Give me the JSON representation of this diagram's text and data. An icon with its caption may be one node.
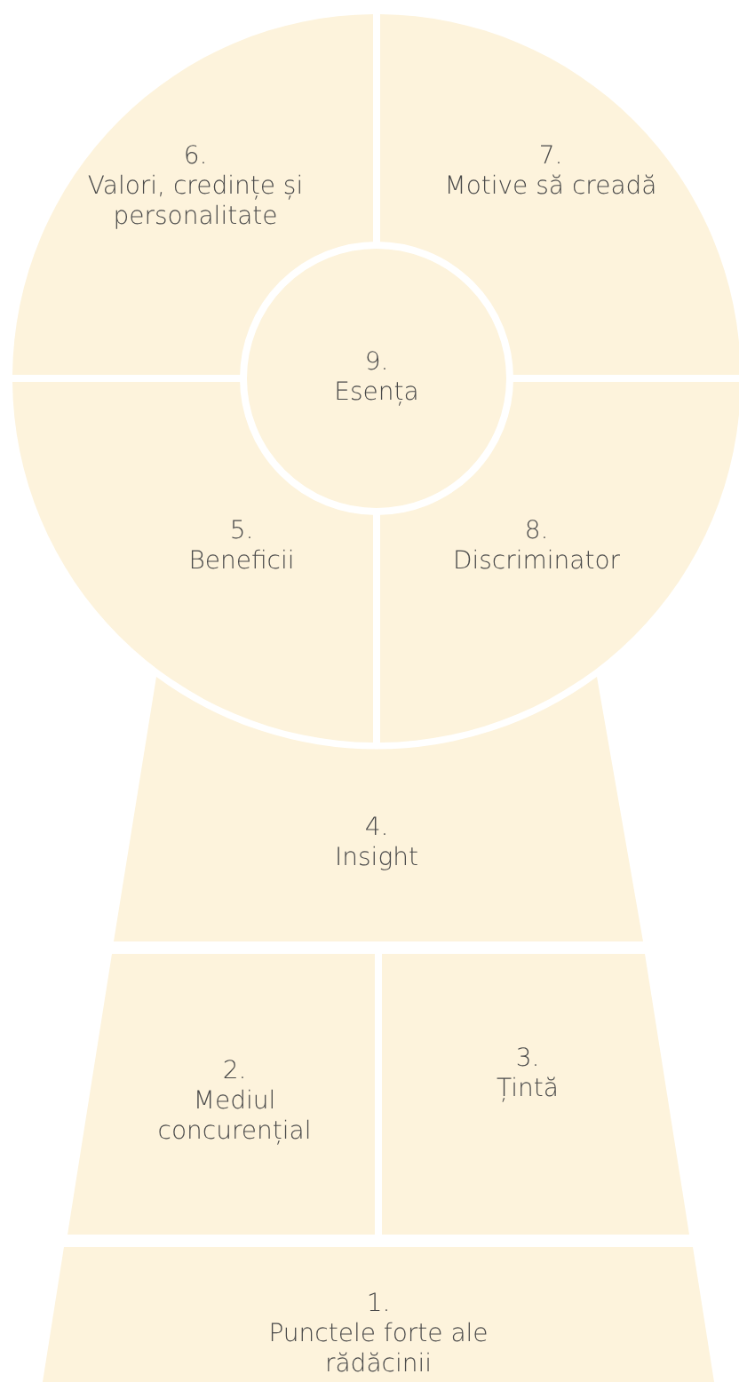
{
  "diagram": {
    "nodes": [
      {
        "text": [
          "6.",
          "Valori, credințe și personalitate"
        ]
      },
      {
        "text": [
          "7.",
          "Motive să creadă"
        ]
      },
      {
        "text": [
          "9.",
          "Esența"
        ]
      },
      {
        "text": [
          "5.",
          "Beneficii"
        ]
      },
      {
        "text": [
          "8.",
          "Discriminator"
        ]
      },
      {
        "text": [
          "4.",
          "Insight"
        ]
      },
      {
        "text": [
          "2.",
          "Mediul concurențial"
        ]
      },
      {
        "text": [
          "3.",
          "Țintă"
        ]
      },
      {
        "text": [
          "1.",
          "Punctele forte ale rădăcinii"
        ]
      }
    ],
    "edges": []
  }
}
